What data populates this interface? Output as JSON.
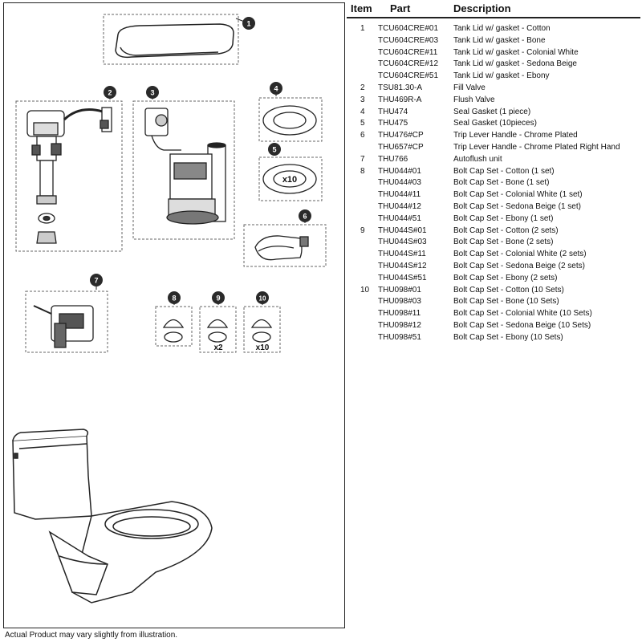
{
  "table": {
    "headers": {
      "item": "Item",
      "part": "Part",
      "description": "Description"
    },
    "rows": [
      {
        "item": "1",
        "part": "TCU604CRE#01",
        "description": "Tank Lid w/ gasket - Cotton"
      },
      {
        "item": "",
        "part": "TCU604CRE#03",
        "description": "Tank Lid w/ gasket - Bone"
      },
      {
        "item": "",
        "part": "TCU604CRE#11",
        "description": "Tank Lid w/ gasket - Colonial White"
      },
      {
        "item": "",
        "part": "TCU604CRE#12",
        "description": "Tank Lid w/ gasket - Sedona Beige"
      },
      {
        "item": "",
        "part": "TCU604CRE#51",
        "description": "Tank Lid w/ gasket - Ebony"
      },
      {
        "item": "2",
        "part": "TSU81.30-A",
        "description": "Fill Valve"
      },
      {
        "item": "3",
        "part": "THU469R-A",
        "description": "Flush Valve"
      },
      {
        "item": "4",
        "part": "THU474",
        "description": "Seal Gasket (1 piece)"
      },
      {
        "item": "5",
        "part": "THU475",
        "description": "Seal Gasket (10pieces)"
      },
      {
        "item": "6",
        "part": "THU476#CP",
        "description": "Trip Lever Handle - Chrome Plated"
      },
      {
        "item": "",
        "part": "THU657#CP",
        "description": "Trip Lever Handle - Chrome Plated Right Hand"
      },
      {
        "item": "7",
        "part": "THU766",
        "description": "Autoflush unit"
      },
      {
        "item": "8",
        "part": "THU044#01",
        "description": "Bolt Cap Set - Cotton (1 set)"
      },
      {
        "item": "",
        "part": "THU044#03",
        "description": "Bolt Cap Set - Bone (1 set)"
      },
      {
        "item": "",
        "part": "THU044#11",
        "description": "Bolt Cap Set - Colonial White (1 set)"
      },
      {
        "item": "",
        "part": "THU044#12",
        "description": "Bolt Cap Set - Sedona Beige (1 set)"
      },
      {
        "item": "",
        "part": "THU044#51",
        "description": "Bolt Cap Set - Ebony (1 set)"
      },
      {
        "item": "9",
        "part": "THU044S#01",
        "description": "Bolt Cap Set - Cotton (2 sets)"
      },
      {
        "item": "",
        "part": "THU044S#03",
        "description": "Bolt Cap Set - Bone (2 sets)"
      },
      {
        "item": "",
        "part": "THU044S#11",
        "description": "Bolt Cap Set - Colonial White (2 sets)"
      },
      {
        "item": "",
        "part": "THU044S#12",
        "description": "Bolt Cap Set - Sedona Beige (2 sets)"
      },
      {
        "item": "",
        "part": "THU044S#51",
        "description": "Bolt Cap Set - Ebony (2 sets)"
      },
      {
        "item": "10",
        "part": "THU098#01",
        "description": "Bolt Cap Set - Cotton (10 Sets)"
      },
      {
        "item": "",
        "part": "THU098#03",
        "description": "Bolt Cap Set - Bone (10 Sets)"
      },
      {
        "item": "",
        "part": "THU098#11",
        "description": "Bolt Cap Set - Colonial White (10 Sets)"
      },
      {
        "item": "",
        "part": "THU098#12",
        "description": "Bolt Cap Set - Sedona Beige (10 Sets)"
      },
      {
        "item": "",
        "part": "THU098#51",
        "description": "Bolt Cap Set - Ebony (10 Sets)"
      }
    ]
  },
  "diagram": {
    "callouts": [
      "1",
      "2",
      "3",
      "4",
      "5",
      "6",
      "7",
      "8",
      "9",
      "10"
    ],
    "gasket_qty": "x10",
    "bolt_cap_qty_9": "x2",
    "bolt_cap_qty_10": "x10"
  },
  "footnote": "Actual Product may vary slightly from illustration.",
  "colors": {
    "badge": "#2a2a2a",
    "line": "#222222",
    "dashed": "#666666"
  }
}
